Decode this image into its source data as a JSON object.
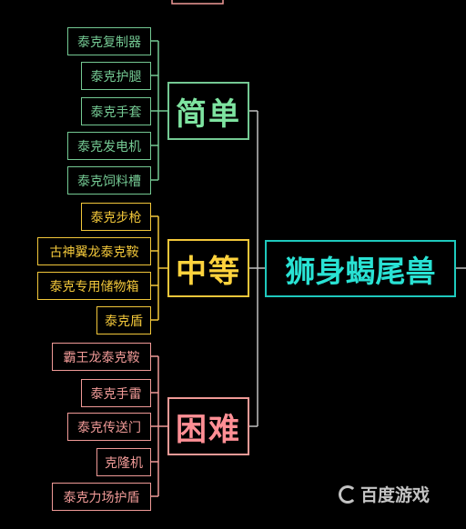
{
  "root": {
    "label": "狮身蝎尾兽"
  },
  "categories": [
    {
      "label": "简单",
      "items": [
        "泰克复制器",
        "泰克护腿",
        "泰克手套",
        "泰克发电机",
        "泰克饲料槽"
      ]
    },
    {
      "label": "中等",
      "items": [
        "泰克步枪",
        "古神翼龙泰克鞍",
        "泰克专用储物箱",
        "泰克盾"
      ]
    },
    {
      "label": "困难",
      "items": [
        "霸王龙泰克鞍",
        "泰克手雷",
        "泰克传送门",
        "克隆机",
        "泰克力场护盾"
      ]
    }
  ],
  "watermark": {
    "text": "百度游戏"
  },
  "colors": {
    "easy": "#74c993",
    "medium": "#f2c73a",
    "hard": "#f09a97",
    "root": "#1ec9bd"
  }
}
